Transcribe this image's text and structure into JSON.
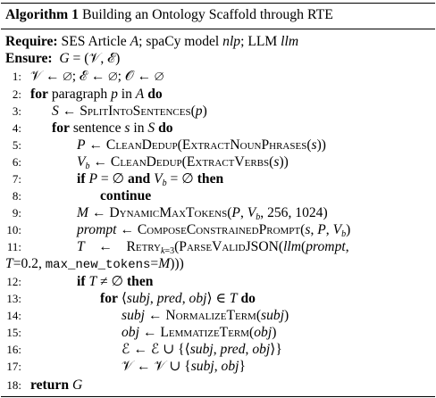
{
  "algorithm": {
    "label": "Algorithm 1",
    "title": "Building an Ontology Scaffold through RTE"
  },
  "require": {
    "keyword": "Require:",
    "text": "SES Article A; spaCy model nlp; LLM llm"
  },
  "ensure": {
    "keyword": "Ensure:",
    "text": "G = (𝒱, ℰ)"
  },
  "lines": [
    {
      "num": "1:",
      "text": "𝒱 ← ∅; ℰ ← ∅; 𝒪 ← ∅"
    },
    {
      "num": "2:",
      "kw": "for",
      "text": "paragraph p in A",
      "kw2": "do"
    },
    {
      "num": "3:",
      "text": "S ← SplitIntoSentences(p)"
    },
    {
      "num": "4:",
      "kw": "for",
      "text": "sentence s in S",
      "kw2": "do"
    },
    {
      "num": "5:",
      "text": "P ← CleanDedup(ExtractNounPhrases(s))"
    },
    {
      "num": "6:",
      "text": "Vb ← CleanDedup(ExtractVerbs(s))"
    },
    {
      "num": "7:",
      "kw": "if",
      "text": "P = ∅ and Vb = ∅",
      "kw2": "then"
    },
    {
      "num": "8:",
      "kw": "continue"
    },
    {
      "num": "9:",
      "text": "M ← DynamicMaxTokens(P, Vb, 256, 1024)"
    },
    {
      "num": "10:",
      "text": "prompt ← ComposeConstrainedPrompt(s, P, Vb)"
    },
    {
      "num": "11:",
      "text": "T ← Retryk=3(ParseValidJSON(llm(prompt,"
    },
    {
      "num": "",
      "text": "T=0.2, max_new_tokens=M)))"
    },
    {
      "num": "12:",
      "kw": "if",
      "text": "T ≠ ∅",
      "kw2": "then"
    },
    {
      "num": "13:",
      "kw": "for",
      "text": "⟨subj, pred, obj⟩ ∈ T",
      "kw2": "do"
    },
    {
      "num": "14:",
      "text": "subj ← NormalizeTerm(subj)"
    },
    {
      "num": "15:",
      "text": "obj ← LemmatizeTerm(obj)"
    },
    {
      "num": "16:",
      "text": "ℰ ← ℰ ∪ {⟨subj, pred, obj⟩}"
    },
    {
      "num": "17:",
      "text": "𝒱 ← 𝒱 ∪ {subj, obj}"
    },
    {
      "num": "18:",
      "kw": "return",
      "text": "G"
    }
  ]
}
